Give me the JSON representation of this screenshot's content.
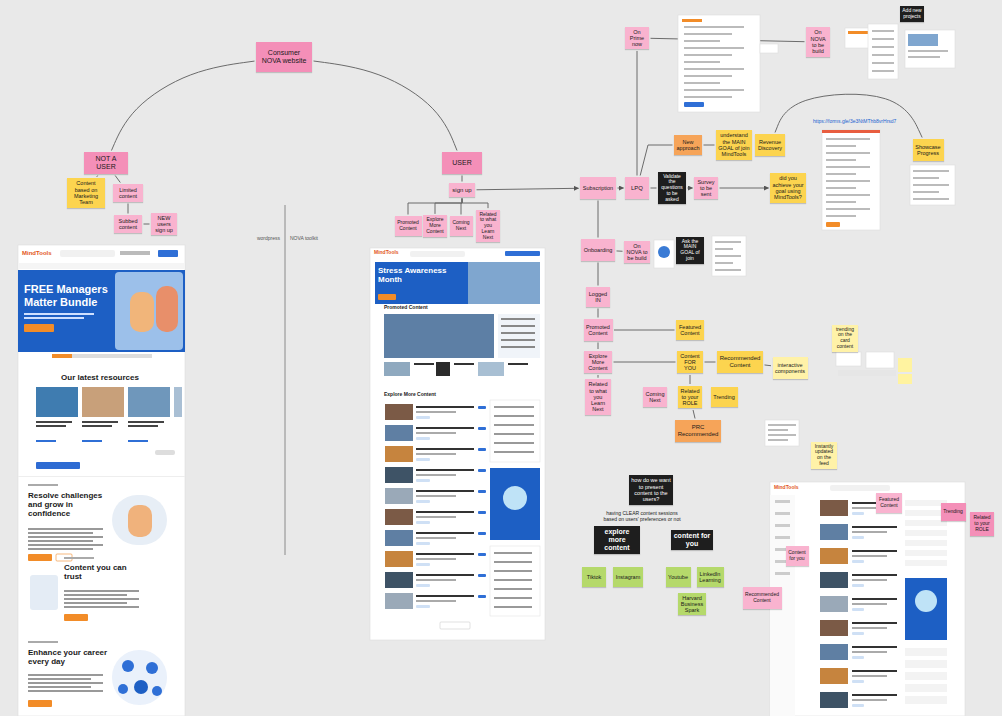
{
  "diagram": {
    "nodes": [
      {
        "text": [
          "Consumer NOVA website"
        ]
      },
      {
        "text": [
          "NOT A USER"
        ]
      },
      {
        "text": [
          "Content based on Marketing Team"
        ]
      },
      {
        "text": [
          "Limited content"
        ]
      },
      {
        "text": [
          "Subbed content"
        ]
      },
      {
        "text": [
          "NEW users sign up"
        ]
      },
      {
        "text": [
          "USER"
        ]
      },
      {
        "text": [
          "sign up"
        ]
      },
      {
        "text": [
          "Promoted Content"
        ]
      },
      {
        "text": [
          "Explore More Content"
        ]
      },
      {
        "text": [
          "Coming Next"
        ]
      },
      {
        "text": [
          "Related to what you Learn Next"
        ]
      },
      {
        "text": [
          "Subscription"
        ]
      },
      {
        "text": [
          "LPQ"
        ]
      },
      {
        "text": [
          "Validate the questions to be asked"
        ]
      },
      {
        "text": [
          "Survey to be sent"
        ]
      },
      {
        "text": [
          "On Prime now"
        ]
      },
      {
        "text": [
          "On NOVA to be build"
        ]
      },
      {
        "text": [
          "Add new projects"
        ]
      },
      {
        "text": [
          "New approach"
        ]
      },
      {
        "text": [
          "understand the MAIN GOAL of join MindTools"
        ]
      },
      {
        "text": [
          "Revenue Discovery"
        ]
      },
      {
        "text": [
          "did you achieve your goal using MindTools?"
        ]
      },
      {
        "text": [
          "Showcase Progress"
        ]
      },
      {
        "text": [
          "Onboarding"
        ]
      },
      {
        "text": [
          "On NOVA to be build"
        ]
      },
      {
        "text": [
          "Ask the MAIN GOAL of join"
        ]
      },
      {
        "text": [
          "Logged IN"
        ]
      },
      {
        "text": [
          "Promoted Content"
        ]
      },
      {
        "text": [
          "Featured Content"
        ]
      },
      {
        "text": [
          "Explore More Content"
        ]
      },
      {
        "text": [
          "Content FOR YOU"
        ]
      },
      {
        "text": [
          "Recommended Content"
        ]
      },
      {
        "text": [
          "interactive components"
        ]
      },
      {
        "text": [
          "trending on the card content"
        ]
      },
      {
        "text": [
          "Related to what you Learn Next"
        ]
      },
      {
        "text": [
          "Coming Next"
        ]
      },
      {
        "text": [
          "Related to your ROLE"
        ]
      },
      {
        "text": [
          "Trending"
        ]
      },
      {
        "text": [
          "PRC Recommended"
        ]
      },
      {
        "text": [
          "Instantly updated on the feed"
        ]
      },
      {
        "text": [
          "how do we want to present content to the users?"
        ]
      },
      {
        "text": [
          "explore more content"
        ]
      },
      {
        "text": [
          "content for you"
        ]
      },
      {
        "text": [
          "Tiktok"
        ]
      },
      {
        "text": [
          "Instagram"
        ]
      },
      {
        "text": [
          "Youtube"
        ]
      },
      {
        "text": [
          "LinkedIn Learning"
        ]
      },
      {
        "text": [
          "Harvard Business Spark"
        ]
      },
      {
        "text": [
          "Featured Content"
        ]
      },
      {
        "text": [
          "Trending"
        ]
      },
      {
        "text": [
          "Related to your ROLE"
        ]
      },
      {
        "text": [
          "Content for you"
        ]
      },
      {
        "text": [
          "Recommended Content"
        ]
      }
    ],
    "edges": [
      {
        "from": 0,
        "to": 1,
        "arrow": "none"
      },
      {
        "from": 0,
        "to": 6,
        "arrow": "none"
      },
      {
        "from": 1,
        "to": 2,
        "arrow": "none"
      },
      {
        "from": 1,
        "to": 3,
        "arrow": "none"
      },
      {
        "from": 3,
        "to": 4,
        "arrow": "none"
      },
      {
        "from": 4,
        "to": 5,
        "arrow": "none"
      },
      {
        "from": 6,
        "to": 7,
        "arrow": "none"
      },
      {
        "from": 7,
        "to": 8,
        "arrow": "none"
      },
      {
        "from": 7,
        "to": 9,
        "arrow": "none"
      },
      {
        "from": 7,
        "to": 10,
        "arrow": "none"
      },
      {
        "from": 7,
        "to": 11,
        "arrow": "none"
      },
      {
        "from": 7,
        "to": 12,
        "arrow": "to"
      },
      {
        "from": 12,
        "to": 13,
        "arrow": "to"
      },
      {
        "from": 13,
        "to": 14,
        "arrow": "none"
      },
      {
        "from": 14,
        "to": 15,
        "arrow": "to"
      },
      {
        "from": 13,
        "to": 16,
        "arrow": "none"
      },
      {
        "from": 16,
        "to": 17,
        "arrow": "none"
      },
      {
        "from": 13,
        "to": 19,
        "arrow": "none"
      },
      {
        "from": 19,
        "to": 20,
        "arrow": "none"
      },
      {
        "from": 15,
        "to": 22,
        "arrow": "to"
      },
      {
        "from": 21,
        "to": 23,
        "arrow": "none"
      },
      {
        "from": 12,
        "to": 24,
        "arrow": "none"
      },
      {
        "from": 24,
        "to": 25,
        "arrow": "none"
      },
      {
        "from": 24,
        "to": 27,
        "arrow": "none"
      },
      {
        "from": 27,
        "to": 28,
        "arrow": "none"
      },
      {
        "from": 28,
        "to": 30,
        "arrow": "none"
      },
      {
        "from": 30,
        "to": 35,
        "arrow": "none"
      },
      {
        "from": 30,
        "to": 31,
        "arrow": "none"
      },
      {
        "from": 28,
        "to": 29,
        "arrow": "none"
      },
      {
        "from": 31,
        "to": 37,
        "arrow": "none"
      },
      {
        "from": 31,
        "to": 32,
        "arrow": "none"
      },
      {
        "from": 32,
        "to": 33,
        "arrow": "none"
      },
      {
        "from": 37,
        "to": 39,
        "arrow": "none"
      }
    ],
    "labels": [
      "wordpress",
      "NOVA toolkit",
      "https://forms.gle/3e3NtMThb8vrHrsd7",
      "having CLEAR content sessions based on users' preferences or not",
      "MindTools",
      "FREE Managers Matter Bundle",
      "Our latest resources",
      "Resolve challenges and grow in confidence",
      "Content you can trust",
      "Enhance your career every day",
      "MindTools",
      "Stress Awareness Month",
      "Promoted Content",
      "Explore More Content",
      "MindTools"
    ]
  }
}
